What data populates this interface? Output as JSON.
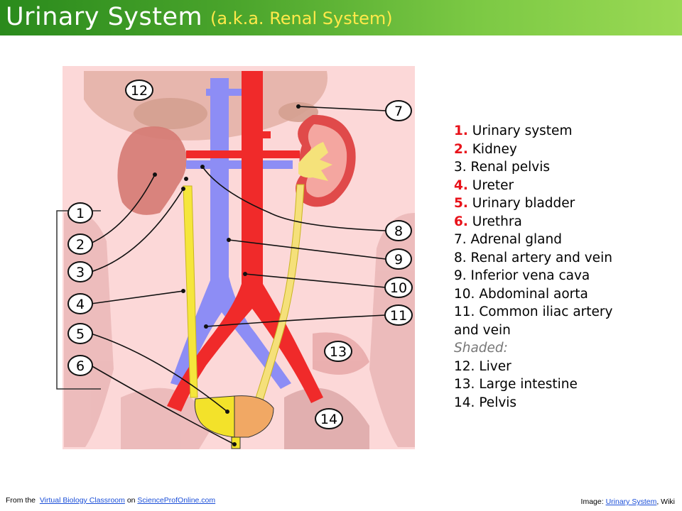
{
  "title": {
    "main": "Urinary System",
    "sub": "(a.k.a. Renal System)"
  },
  "colors": {
    "title_gradient_start": "#2a8a1c",
    "title_gradient_end": "#9ad954",
    "title_sub": "#ffe94a",
    "vein": "#8d8df5",
    "artery": "#f02a2a",
    "ureter": "#f5e63c",
    "kidney": "#d9756f",
    "background_tissue": "#fbd3d3",
    "legend_highlight": "#e8121a",
    "shaded_label": "#777777",
    "link": "#1b4fd8"
  },
  "diagram": {
    "labels": [
      "1",
      "2",
      "3",
      "4",
      "5",
      "6",
      "7",
      "8",
      "9",
      "10",
      "11",
      "12",
      "13",
      "14"
    ]
  },
  "legend": {
    "items": [
      {
        "num": "1.",
        "text": "Urinary system",
        "highlight": true
      },
      {
        "num": "2.",
        "text": "Kidney",
        "highlight": true
      },
      {
        "num": "3.",
        "text": "Renal pelvis",
        "highlight": false
      },
      {
        "num": "4.",
        "text": "Ureter",
        "highlight": true
      },
      {
        "num": "5.",
        "text": "Urinary bladder",
        "highlight": true
      },
      {
        "num": "6.",
        "text": "Urethra",
        "highlight": true
      },
      {
        "num": "7.",
        "text": "Adrenal gland",
        "highlight": false
      },
      {
        "num": "8.",
        "text": "Renal artery and vein",
        "highlight": false
      },
      {
        "num": "9.",
        "text": "Inferior vena cava",
        "highlight": false
      },
      {
        "num": "10.",
        "text": "Abdominal aorta",
        "highlight": false
      },
      {
        "num": "11.",
        "text": "Common iliac artery and vein",
        "highlight": false
      }
    ],
    "shaded_label": "Shaded:",
    "shaded_items": [
      {
        "num": "12.",
        "text": "Liver"
      },
      {
        "num": "13.",
        "text": "Large intestine"
      },
      {
        "num": "14.",
        "text": "Pelvis"
      }
    ]
  },
  "footer": {
    "left_prefix": "From the",
    "left_link1": "Virtual Biology Classroom",
    "left_mid": "on",
    "left_link2": "ScienceProfOnline.com",
    "right_prefix": "Image:",
    "right_link": "Urinary System",
    "right_suffix": ", Wiki"
  }
}
